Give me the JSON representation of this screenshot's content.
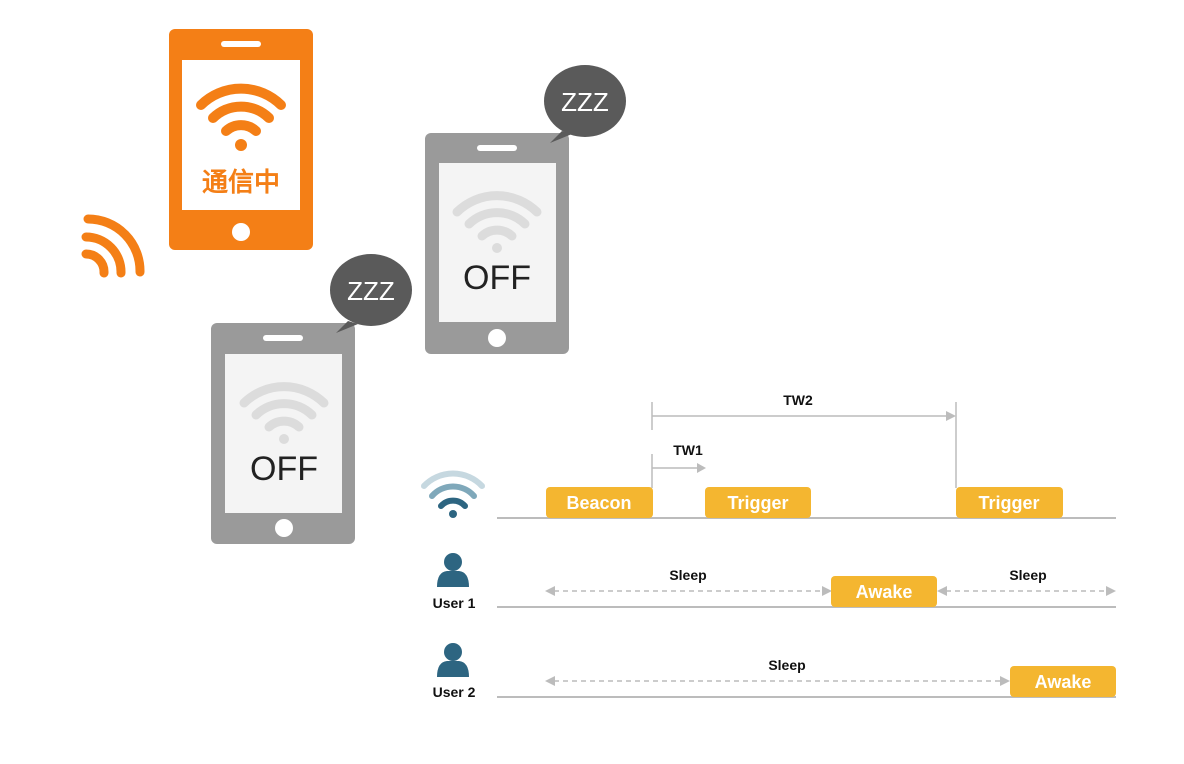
{
  "colors": {
    "orange": "#f47f16",
    "phone_gray": "#9a9a9a",
    "screen_light": "#f4f4f4",
    "bubble": "#5a5a5a",
    "box_yellow": "#f4b630",
    "line_gray": "#bcbcbc",
    "user_icon": "#2d6581",
    "wifi_icon": "#2d6581"
  },
  "phones": {
    "active": {
      "status": "通信中",
      "icon": "wifi-icon"
    },
    "sleeping_1": {
      "status": "OFF",
      "bubble": "ZZZ",
      "icon": "wifi-icon"
    },
    "sleeping_2": {
      "status": "OFF",
      "bubble": "ZZZ",
      "icon": "wifi-icon"
    }
  },
  "timeline": {
    "tw2_label": "TW2",
    "tw1_label": "TW1",
    "ap_row": {
      "icon": "wifi-icon",
      "boxes": {
        "beacon": "Beacon",
        "trigger_1": "Trigger",
        "trigger_2": "Trigger"
      }
    },
    "user1": {
      "label": "User 1",
      "icon": "user-icon",
      "sleep_left": "Sleep",
      "awake": "Awake",
      "sleep_right": "Sleep"
    },
    "user2": {
      "label": "User 2",
      "icon": "user-icon",
      "sleep": "Sleep",
      "awake": "Awake"
    }
  }
}
